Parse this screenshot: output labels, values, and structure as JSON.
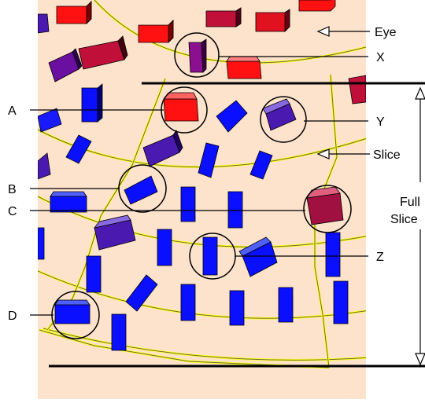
{
  "labels": {
    "eye": "Eye",
    "x": "X",
    "y": "Y",
    "slice": "Slice",
    "full": "Full",
    "slice2": "Slice",
    "z": "Z",
    "a": "A",
    "b": "B",
    "c": "C",
    "d": "D"
  },
  "colors": {
    "background": "#fde2cc",
    "band_outline": "#ffff22",
    "outline_dark": "#5a5a2a",
    "red": "#ff1111",
    "crimson": "#c0103a",
    "purple": "#6a0fa0",
    "indigo": "#4a1ab0",
    "blue": "#0a10ff"
  }
}
